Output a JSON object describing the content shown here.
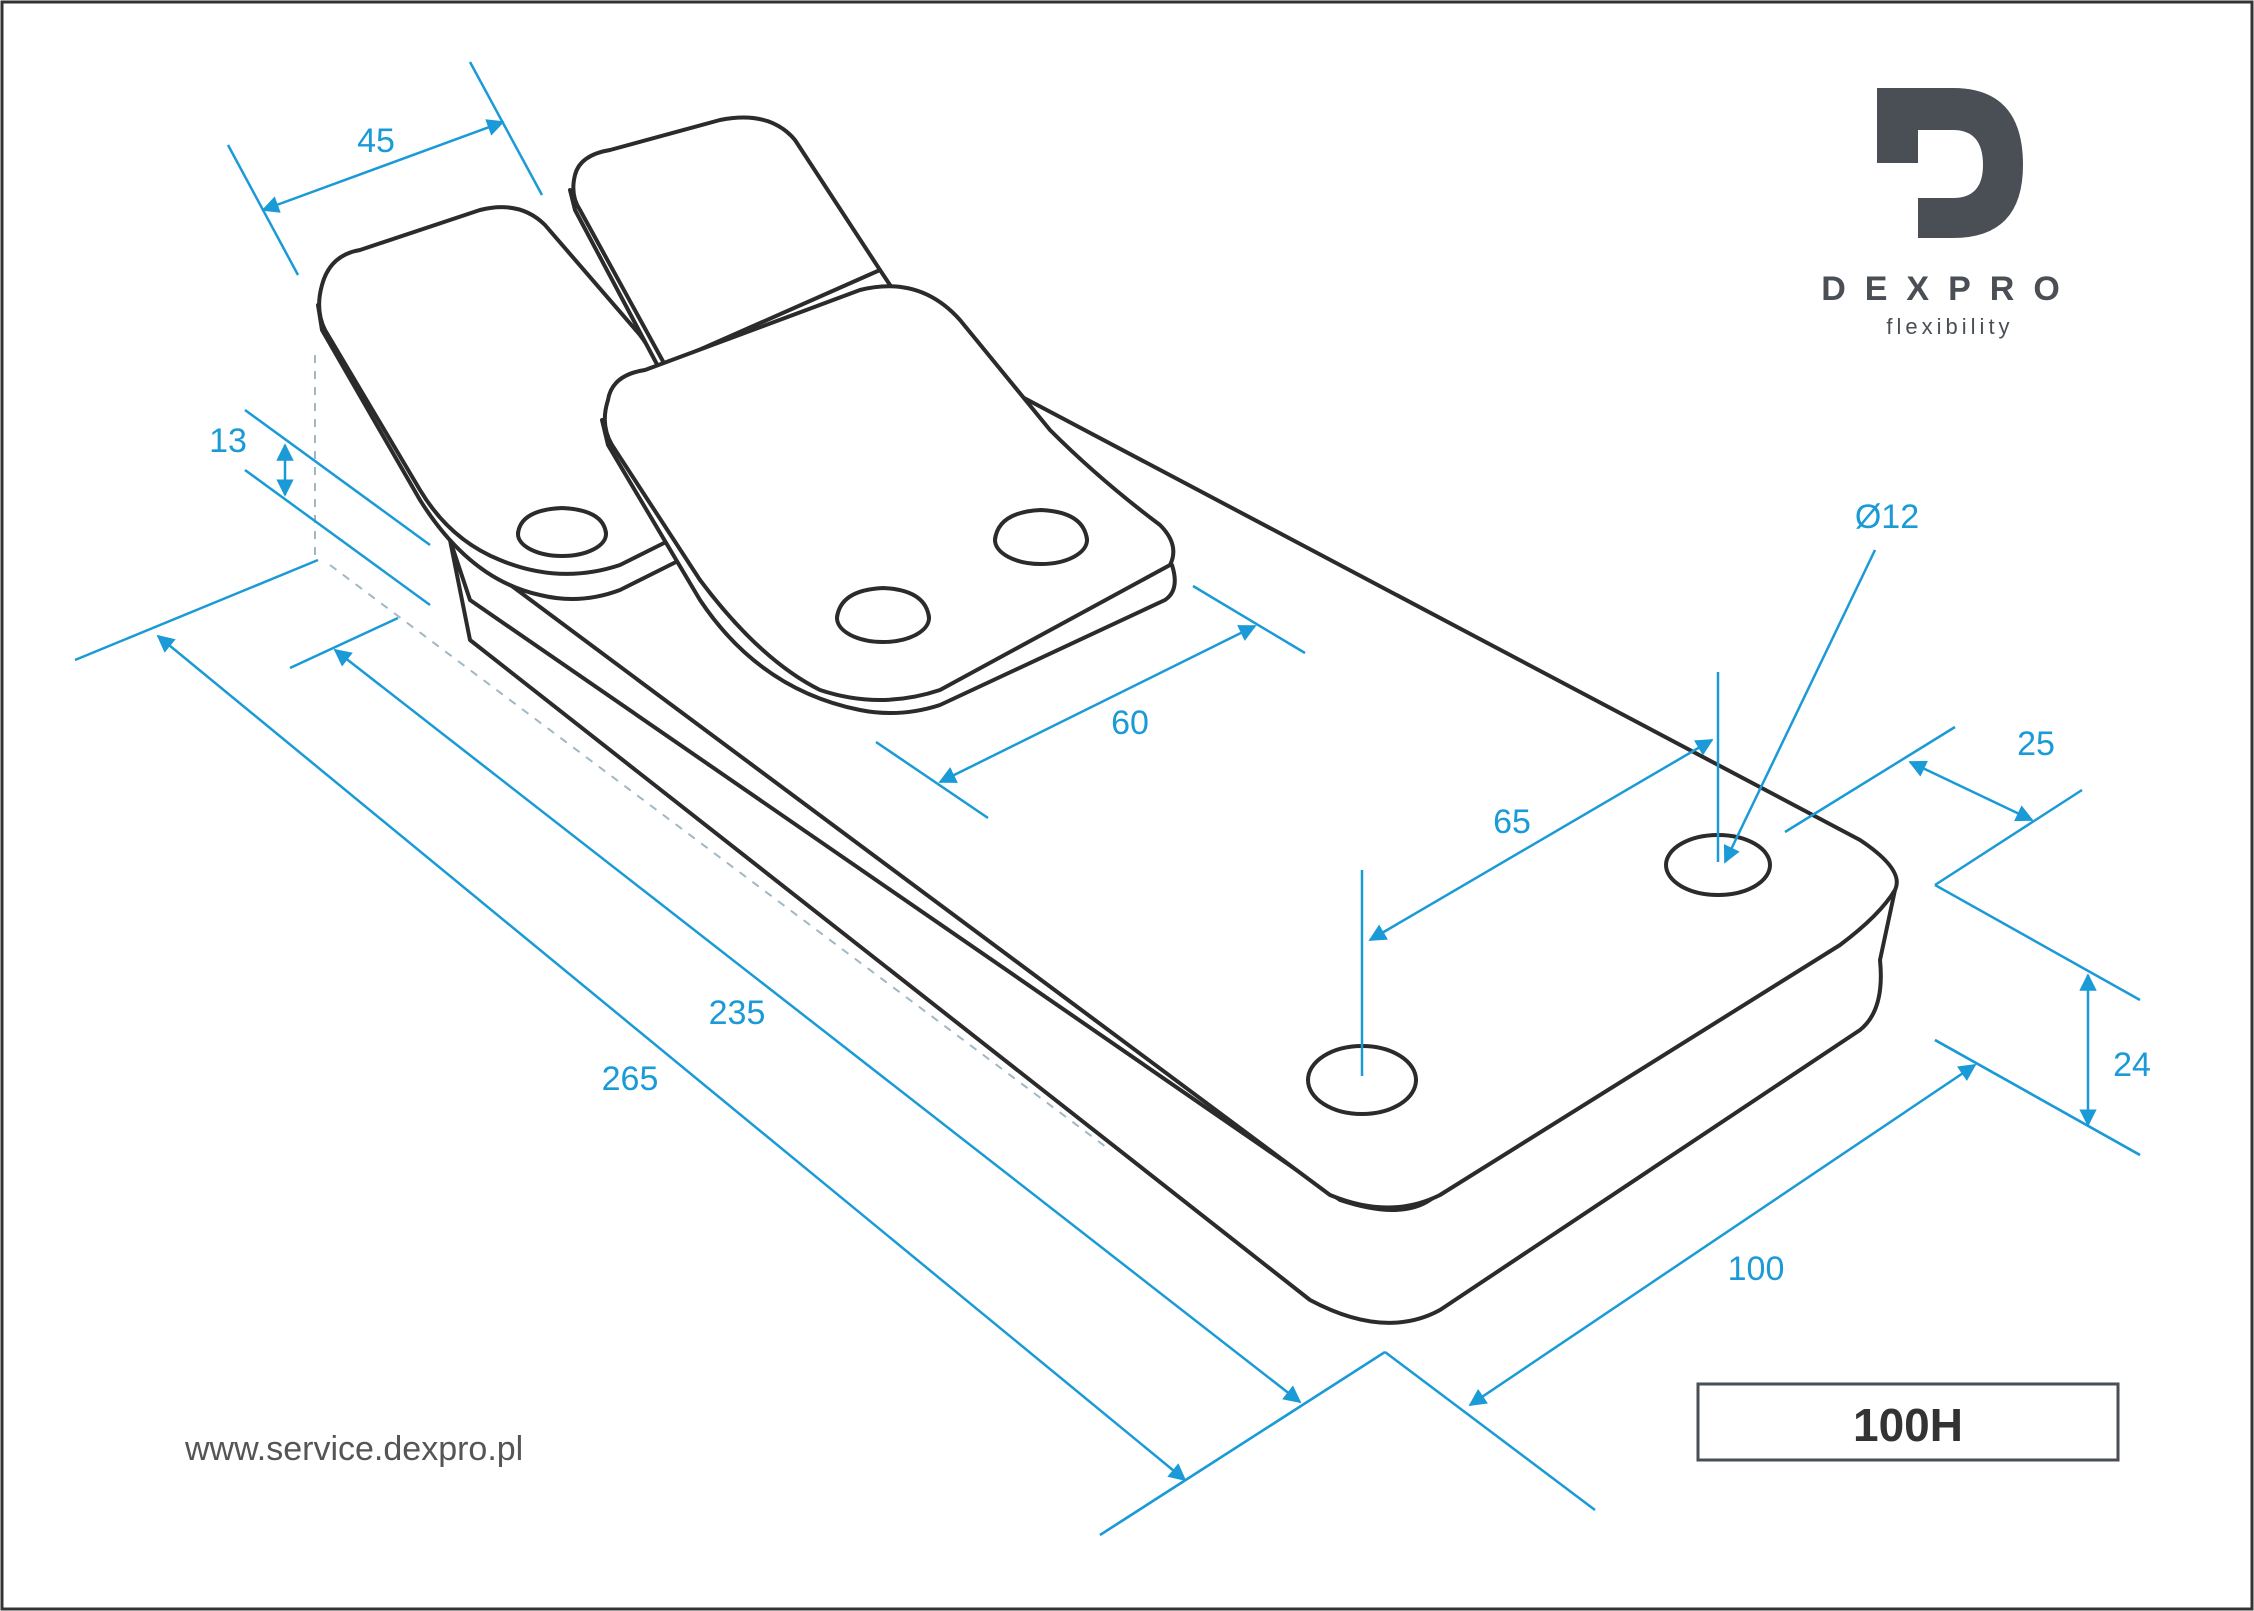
{
  "logo": {
    "brand": "DEXPRO",
    "tagline": "flexibility",
    "mark_color": "#4a4f55"
  },
  "model": "100H",
  "website": "www.service.dexpro.pl",
  "dimensions": {
    "tongue_width": "45",
    "pad_height": "13",
    "pad_depth": "60",
    "hole_spacing": "65",
    "hole_diameter": "Ø12",
    "edge_offset": "25",
    "base_height": "24",
    "base_width": "100",
    "inner_length": "235",
    "overall_length": "265"
  },
  "colors": {
    "outline": "#2b2b2b",
    "dimension": "#1a9ad6",
    "brand": "#4a4f55"
  }
}
